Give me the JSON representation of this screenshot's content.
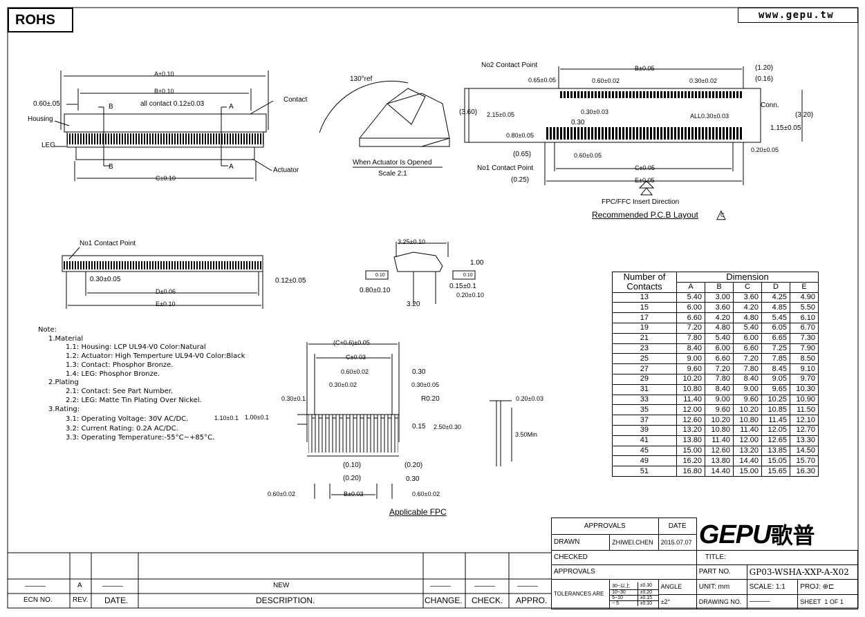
{
  "header": {
    "badge": "ROHS",
    "website": "www.gepu.tw"
  },
  "top_left_view": {
    "labels": [
      "A±0.10",
      "B±0.10",
      "0.60±.05",
      "B",
      "all contact 0.12±0.03",
      "A",
      "Contact",
      "Housing",
      "LEG",
      "B",
      "A",
      "Actuator",
      "C±0.10"
    ]
  },
  "actuator_view": {
    "angle": "130°ref",
    "caption1": "When Actuator Is Opened",
    "caption2": "Scale 2:1"
  },
  "pcb_layout": {
    "labels": [
      "No2 Contact Point",
      "B±0.05",
      "(1.20)",
      "0.65±0.05",
      "0.60±0.02",
      "0.30±0.02",
      "(0.16)",
      "(3.60)",
      "2.15±0.05",
      "0.30±0.03",
      "Conn.",
      "(3.20)",
      "0.30",
      "ALL0.30±0.03",
      "0.80±0.05",
      "1.15±0.05",
      "(0.65)",
      "0.60±0.05",
      "0.20±0.05",
      "No1 Contact Point",
      "C±0.05",
      "(0.25)",
      "E±0.05",
      "FPC/FFC Insert Direction"
    ],
    "title": "Recommended P.C.B Layout",
    "rev_mark": "C"
  },
  "bottom_view": {
    "labels": [
      "No1 Contact Point",
      "0.30±0.05",
      "0.12±0.05",
      "D±0.06",
      "E±0.10"
    ]
  },
  "side_view": {
    "labels": [
      "3.25±0.10",
      "1.00",
      "0.10",
      "0.10",
      "0.80±0.10",
      "0.15±0.1",
      "0.20±0.10",
      "3.20"
    ]
  },
  "notes": {
    "lines": [
      "Note:",
      "1.Material",
      "1.1: Housing: LCP UL94-V0 Color:Natural",
      "1.2: Actuator: High Temperture UL94-V0 Color:Black",
      "1.3: Contact: Phosphor Bronze.",
      "1.4: LEG: Phosphor Bronze.",
      "2.Plating",
      "2.1: Contact: See Part Number.",
      "2.2: LEG: Matte Tin Plating Over Nickel.",
      "3.Rating:",
      "3.1: Operating Voltage: 30V AC/DC.",
      "3.2: Current Rating: 0.2A AC/DC.",
      "3.3: Operating Temperature:-55°C~+85°C."
    ]
  },
  "fpc_view": {
    "labels": [
      "(C+0.6)±0.05",
      "C±0.03",
      "0.60±0.02",
      "0.30",
      "0.30±0.02",
      "0.30±0.05",
      "0.30±0.1",
      "R0.20",
      "1.10±0.1",
      "1.00±0.1",
      "0.15",
      "2.50±0.30",
      "(0.10)",
      "(0.20)",
      "(0.20)",
      "0.30",
      "0.60±0.02",
      "B±0.03",
      "0.60±0.02",
      "0.20±0.03",
      "3.50Min"
    ],
    "title": "Applicable FPC"
  },
  "dimension_table": {
    "group_header": [
      "Number of",
      "Contacts"
    ],
    "dimension_header": "Dimension",
    "columns": [
      "A",
      "B",
      "C",
      "D",
      "E"
    ],
    "rows": [
      [
        "13",
        "5.40",
        "3.00",
        "3.60",
        "4.25",
        "4.90"
      ],
      [
        "15",
        "6.00",
        "3.60",
        "4.20",
        "4.85",
        "5.50"
      ],
      [
        "17",
        "6.60",
        "4.20",
        "4.80",
        "5.45",
        "6.10"
      ],
      [
        "19",
        "7.20",
        "4.80",
        "5.40",
        "6.05",
        "6.70"
      ],
      [
        "21",
        "7.80",
        "5.40",
        "6.00",
        "6.65",
        "7.30"
      ],
      [
        "23",
        "8.40",
        "6.00",
        "6.60",
        "7.25",
        "7.90"
      ],
      [
        "25",
        "9.00",
        "6.60",
        "7.20",
        "7.85",
        "8.50"
      ],
      [
        "27",
        "9.60",
        "7.20",
        "7.80",
        "8.45",
        "9.10"
      ],
      [
        "29",
        "10.20",
        "7.80",
        "8.40",
        "9.05",
        "9.70"
      ],
      [
        "31",
        "10.80",
        "8.40",
        "9.00",
        "9.65",
        "10.30"
      ],
      [
        "33",
        "11.40",
        "9.00",
        "9.60",
        "10.25",
        "10.90"
      ],
      [
        "35",
        "12.00",
        "9.60",
        "10.20",
        "10.85",
        "11.50"
      ],
      [
        "37",
        "12.60",
        "10.20",
        "10.80",
        "11.45",
        "12.10"
      ],
      [
        "39",
        "13.20",
        "10.80",
        "11.40",
        "12.05",
        "12.70"
      ],
      [
        "41",
        "13.80",
        "11.40",
        "12.00",
        "12.65",
        "13.30"
      ],
      [
        "45",
        "15.00",
        "12.60",
        "13.20",
        "13.85",
        "14.50"
      ],
      [
        "49",
        "16.20",
        "13.80",
        "14.40",
        "15.05",
        "15.70"
      ],
      [
        "51",
        "16.80",
        "14.40",
        "15.00",
        "15.65",
        "16.30"
      ]
    ]
  },
  "title_block": {
    "approvals": "APPROVALS",
    "date": "DATE",
    "drawn": "DRAWN",
    "drawn_by": "ZHIWEI.CHEN",
    "drawn_date": "2015.07.07",
    "checked": "CHECKED",
    "approvals2": "APPROVALS",
    "tolerances": "TOLERANCES ARE",
    "tol_ranges": [
      "30~以上",
      "10~30",
      "5~10",
      "~ 5"
    ],
    "tol_values": [
      "±0.30",
      "±0.20",
      "±0.15",
      "±0.10"
    ],
    "angle": "ANGLE",
    "angle_value": "±2°",
    "logo": "GEPU",
    "logo_cn": "歌普",
    "title": "TITLE:",
    "part_no_label": "PART NO.",
    "part_no": "GP03-WSHA-XXP-A-X02",
    "unit": "UNIT: mm",
    "scale_label": "SCALE:",
    "scale": "1:1",
    "proj": "PROJ:",
    "sheet": "SHEET",
    "sheet_value": "1 OF 1",
    "drawing_no": "DRAWING NO."
  },
  "revision_block": {
    "rev": "A",
    "description": "NEW",
    "headers": [
      "ECN NO.",
      "REV.",
      "DATE.",
      "DESCRIPTION.",
      "CHANGE.",
      "CHECK.",
      "APPRO."
    ],
    "dash": "———"
  }
}
